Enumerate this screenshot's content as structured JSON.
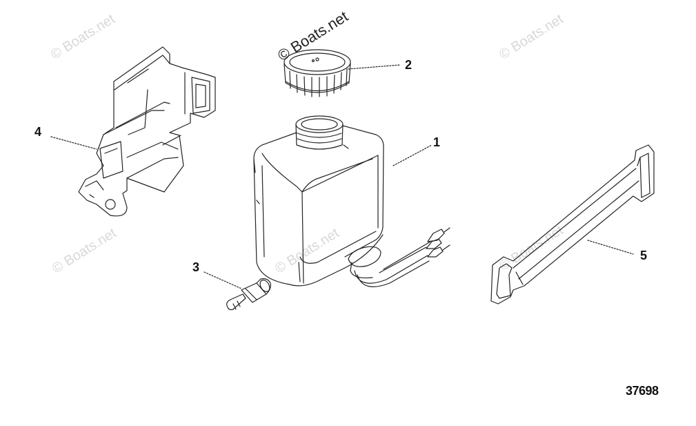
{
  "callouts": {
    "c1": "1",
    "c2": "2",
    "c3": "3",
    "c4": "4",
    "c5": "5"
  },
  "figure_number": "37698",
  "watermark": "© Boats.net",
  "icons": {
    "reservoir": "oil-reservoir-tank-icon",
    "cap": "filler-cap-icon",
    "fitting": "hose-barb-fitting-icon",
    "bracket": "mounting-bracket-icon",
    "strap": "retaining-strap-icon"
  },
  "colors": {
    "line": "#222222",
    "watermark": "#d8d8d8"
  }
}
